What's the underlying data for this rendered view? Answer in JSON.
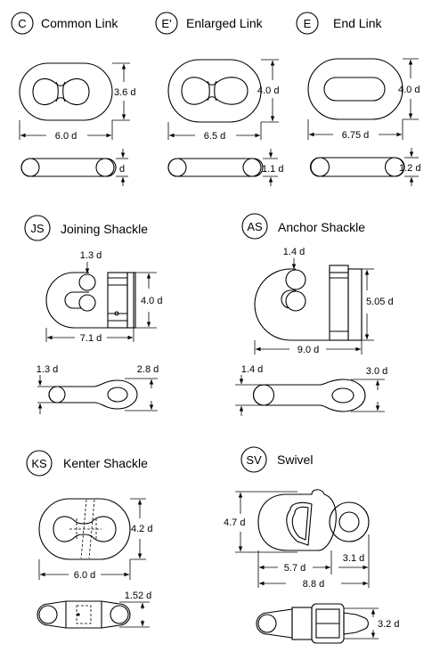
{
  "sections": {
    "common": {
      "badge": "C",
      "title": "Common Link",
      "dims": {
        "height": "3.6 d",
        "length": "6.0 d",
        "side": "d"
      }
    },
    "enlarged": {
      "badge": "E'",
      "title": "Enlarged Link",
      "dims": {
        "height": "4.0 d",
        "length": "6.5 d",
        "side": "1.1 d"
      }
    },
    "end": {
      "badge": "E",
      "title": "End Link",
      "dims": {
        "height": "4.0 d",
        "length": "6.75 d",
        "side": "1.2 d"
      }
    },
    "joining": {
      "badge": "JS",
      "title": "Joining Shackle",
      "dims": {
        "pin": "1.3 d",
        "height": "4.0 d",
        "length": "7.1 d",
        "side_pin": "1.3 d",
        "side_eye": "2.8 d"
      }
    },
    "anchor": {
      "badge": "AS",
      "title": "Anchor Shackle",
      "dims": {
        "pin": "1.4 d",
        "height": "5.05 d",
        "length": "9.0 d",
        "side_pin": "1.4 d",
        "side_eye": "3.0 d"
      }
    },
    "kenter": {
      "badge": "KS",
      "title": "Kenter Shackle",
      "dims": {
        "height": "4.2 d",
        "length": "6.0 d",
        "side": "1.52 d"
      }
    },
    "swivel": {
      "badge": "SV",
      "title": "Swivel",
      "dims": {
        "height": "4.7 d",
        "body": "5.7 d",
        "ring": "3.1 d",
        "total": "8.8 d",
        "side": "3.2 d"
      }
    }
  },
  "icons": {
    "arrow": "arrowhead-icon",
    "badge": "circle-badge-icon"
  }
}
